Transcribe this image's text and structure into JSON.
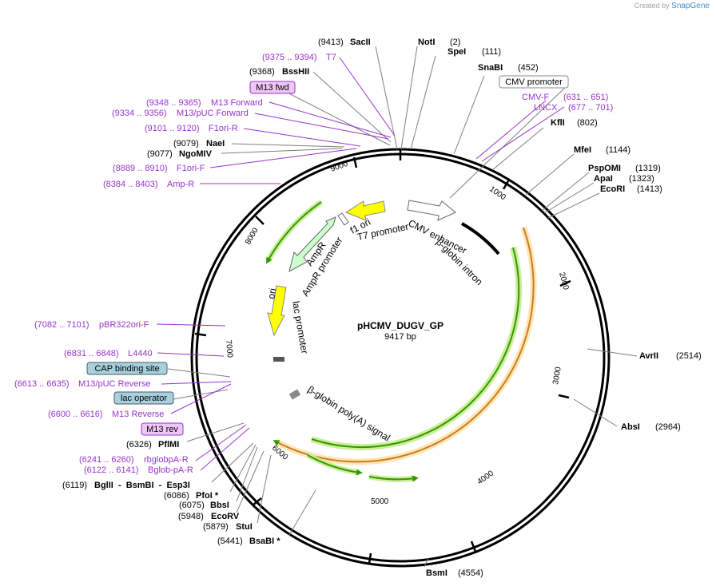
{
  "credit": {
    "prefix": "Created by",
    "brand": "SnapGene"
  },
  "plasmid": {
    "name": "pHCMV_DUGV_GP",
    "length_label": "9417 bp"
  },
  "ticks": [
    "1000",
    "2000",
    "3000",
    "4000",
    "5000",
    "6000",
    "7000",
    "8000",
    "9000"
  ],
  "sites": [
    {
      "pos": "(9413)",
      "name": "SacII"
    },
    {
      "pos": "(2)",
      "name": "NotI"
    },
    {
      "pos": "(111)",
      "name": "SpeI"
    },
    {
      "pos": "(452)",
      "name": "SnaBI"
    },
    {
      "pos": "(802)",
      "name": "KflI"
    },
    {
      "pos": "(1144)",
      "name": "MfeI"
    },
    {
      "pos": "(1319)",
      "name": "PspOMI"
    },
    {
      "pos": "(1323)",
      "name": "ApaI"
    },
    {
      "pos": "(1413)",
      "name": "EcoRI"
    },
    {
      "pos": "(2514)",
      "name": "AvrII"
    },
    {
      "pos": "(2964)",
      "name": "AbsI"
    },
    {
      "pos": "(4554)",
      "name": "BsmI"
    },
    {
      "pos": "(5441)",
      "name": "BsaBI *"
    },
    {
      "pos": "(5879)",
      "name": "StuI"
    },
    {
      "pos": "(5948)",
      "name": "EcoRV"
    },
    {
      "pos": "(6075)",
      "name": "BbsI"
    },
    {
      "pos": "(6086)",
      "name": "PfoI *"
    },
    {
      "pos": "(6119)",
      "name": "BglII  -  BsmBI  -  Esp3I"
    },
    {
      "pos": "(6326)",
      "name": "PflMI"
    },
    {
      "pos": "(9368)",
      "name": "BssHII"
    },
    {
      "pos": "(9079)",
      "name": "NaeI"
    },
    {
      "pos": "(9077)",
      "name": "NgoMIV"
    }
  ],
  "primers": [
    {
      "pos": "(9375 .. 9394)",
      "name": "T7"
    },
    {
      "pos": "(9348 .. 9365)",
      "name": "M13 Forward"
    },
    {
      "pos": "(9334 .. 9356)",
      "name": "M13/pUC Forward"
    },
    {
      "pos": "(9101 .. 9120)",
      "name": "F1ori-R"
    },
    {
      "pos": "(8889 .. 8910)",
      "name": "F1ori-F"
    },
    {
      "pos": "(8384 .. 8403)",
      "name": "Amp-R"
    },
    {
      "pos": "(631 .. 651)",
      "name": "CMV-F"
    },
    {
      "pos": "(677 .. 701)",
      "name": "LNCX"
    },
    {
      "pos": "(7082 .. 7101)",
      "name": "pBR322ori-F"
    },
    {
      "pos": "(6831 .. 6848)",
      "name": "L4440"
    },
    {
      "pos": "(6613 .. 6635)",
      "name": "M13/pUC Reverse"
    },
    {
      "pos": "(6600 .. 6616)",
      "name": "M13 Reverse"
    },
    {
      "pos": "(6241 .. 6260)",
      "name": "rbglobpA-R"
    },
    {
      "pos": "(6122 .. 6141)",
      "name": "Bglob-pA-R"
    }
  ],
  "boxes": [
    "M13 fwd",
    "CMV promoter",
    "CAP binding site",
    "lac operator",
    "M13 rev"
  ],
  "features": [
    "CMV enhancer",
    "β-globin intron",
    "f1 ori",
    "T7 promoter",
    "AmpR",
    "AmpR promoter",
    "ori",
    "lac promoter",
    "β-globin poly(A) signal"
  ],
  "colors": {
    "primer": "#9933cc",
    "featureBox": "#a6d0dc",
    "primerBox": "#eec7f7",
    "ampR": "#ccffcc",
    "ori": "#ffff00",
    "orf": "#339900",
    "orfGlow": "#ccee99",
    "orange": "#cc7a22"
  }
}
